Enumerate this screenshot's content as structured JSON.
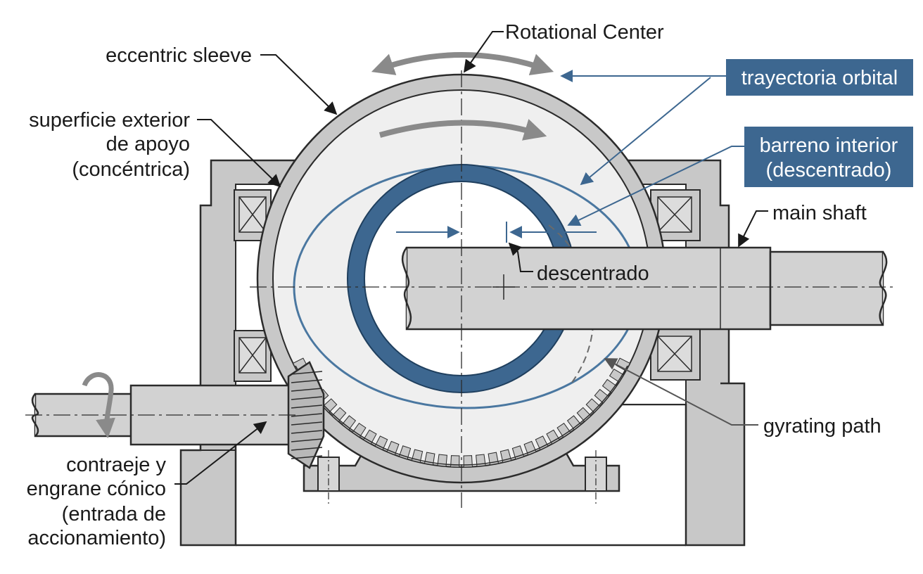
{
  "labels": {
    "rotational_center": "Rotational Center",
    "eccentric_sleeve": "eccentric sleeve",
    "outer_surface": [
      "superficie exterior",
      "de apoyo",
      "(concéntrica)"
    ],
    "orbital_path": "trayectoria orbital",
    "inner_bore": [
      "barreno interior",
      "(descentrado)"
    ],
    "main_shaft": "main shaft",
    "eccentricity": "descentrado",
    "gyrating_path": "gyrating path",
    "countershaft": [
      "contraeje y",
      "engrane cónico",
      "(entrada de",
      "accionamiento)"
    ]
  },
  "colors": {
    "steel": "#c8c8c8",
    "steel_light": "#d6d6d6",
    "sleeve_face": "#efefef",
    "outline": "#2b2b2b",
    "bore_blue": "#3d6790",
    "orbit_blue": "#4a77a0",
    "callout_box": "#3d6790",
    "arrow_gray": "#8a8a8a"
  }
}
